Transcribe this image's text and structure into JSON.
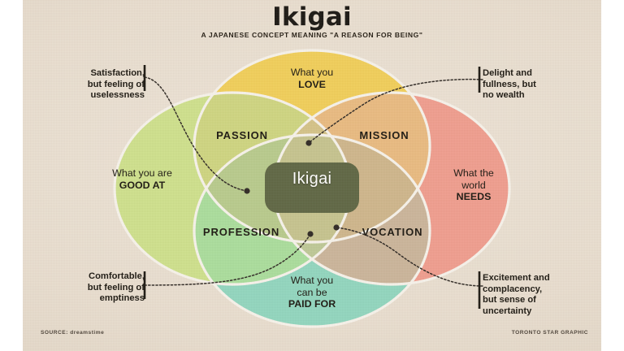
{
  "header": {
    "title": "Ikigai",
    "subtitle": "A JAPANESE CONCEPT MEANING \"A REASON FOR BEING\""
  },
  "diagram": {
    "center_label": "Ikigai",
    "circles": [
      {
        "id": "love",
        "position": "top",
        "line1": "What you",
        "line2": "",
        "emphasis": "LOVE",
        "color": "#f0cd56"
      },
      {
        "id": "good",
        "position": "left",
        "line1": "What you are",
        "line2": "",
        "emphasis": "GOOD AT",
        "color": "#cde08a"
      },
      {
        "id": "needs",
        "position": "right",
        "line1": "What the",
        "line2": "world",
        "emphasis": "NEEDS",
        "color": "#ef9b8c"
      },
      {
        "id": "paid",
        "position": "bottom",
        "line1": "What you",
        "line2": "can be",
        "emphasis": "PAID FOR",
        "color": "#8fd5bd"
      }
    ],
    "intersections": [
      {
        "id": "passion",
        "label": "PASSION",
        "between": "LOVE + GOOD AT"
      },
      {
        "id": "mission",
        "label": "MISSION",
        "between": "LOVE + NEEDS"
      },
      {
        "id": "profession",
        "label": "PROFESSION",
        "between": "GOOD AT + PAID FOR"
      },
      {
        "id": "vocation",
        "label": "VOCATION",
        "between": "NEEDS + PAID FOR"
      }
    ]
  },
  "annotations": [
    {
      "id": "top-left",
      "lines": [
        "Satisfaction,",
        "but feeling of",
        "uselessness"
      ],
      "points_to": "passion-goodat-overlap"
    },
    {
      "id": "top-right",
      "lines": [
        "Delight and",
        "fullness, but",
        "no wealth"
      ],
      "points_to": "mission-love-overlap"
    },
    {
      "id": "bottom-left",
      "lines": [
        "Comfortable,",
        "but feeling of",
        "emptiness"
      ],
      "points_to": "profession-paidfor-overlap"
    },
    {
      "id": "bottom-right",
      "lines": [
        "Excitement and",
        "complacency,",
        "but sense of",
        "uncertainty"
      ],
      "points_to": "vocation-needs-overlap"
    }
  ],
  "footer": {
    "source": "SOURCE: dreamstime",
    "credit": "TORONTO STAR GRAPHIC"
  },
  "colors": {
    "paper": "#e7dccd",
    "top_circle": "#f0cd56",
    "left_circle": "#cde08a",
    "right_circle": "#ef9b8c",
    "bottom_circle": "#8fd5bd",
    "center": "#5b6340",
    "text": "#17130c"
  }
}
